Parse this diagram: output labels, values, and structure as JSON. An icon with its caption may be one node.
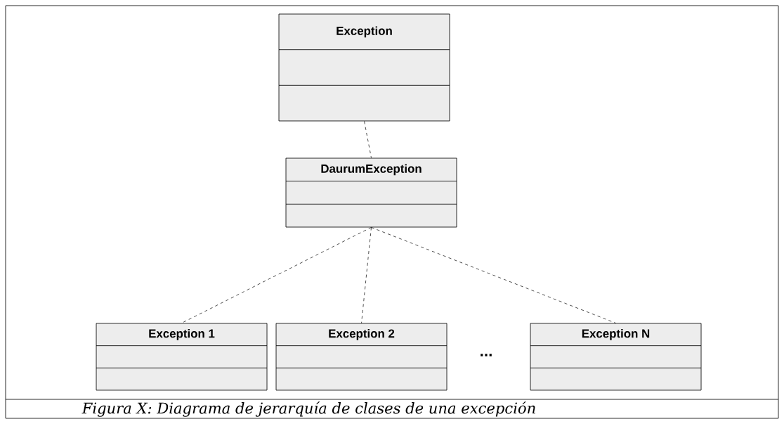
{
  "diagram": {
    "caption": "Figura X: Diagrama de jerarquía de clases de una excepción",
    "nodes": [
      {
        "text": [
          "Exception"
        ]
      },
      {
        "text": [
          "DaurumException"
        ]
      },
      {
        "text": [
          "Exception 1"
        ]
      },
      {
        "text": [
          "Exception 2"
        ]
      },
      {
        "text": [
          "Exception N"
        ]
      }
    ],
    "edges": [
      {
        "from": 0,
        "to": 1,
        "arrow": "none",
        "style": "dashed"
      },
      {
        "from": 1,
        "to": 2,
        "arrow": "none",
        "style": "dashed"
      },
      {
        "from": 1,
        "to": 3,
        "arrow": "none",
        "style": "dashed"
      },
      {
        "from": 1,
        "to": 4,
        "arrow": "none",
        "style": "dashed"
      }
    ],
    "labels": [
      "..."
    ]
  }
}
